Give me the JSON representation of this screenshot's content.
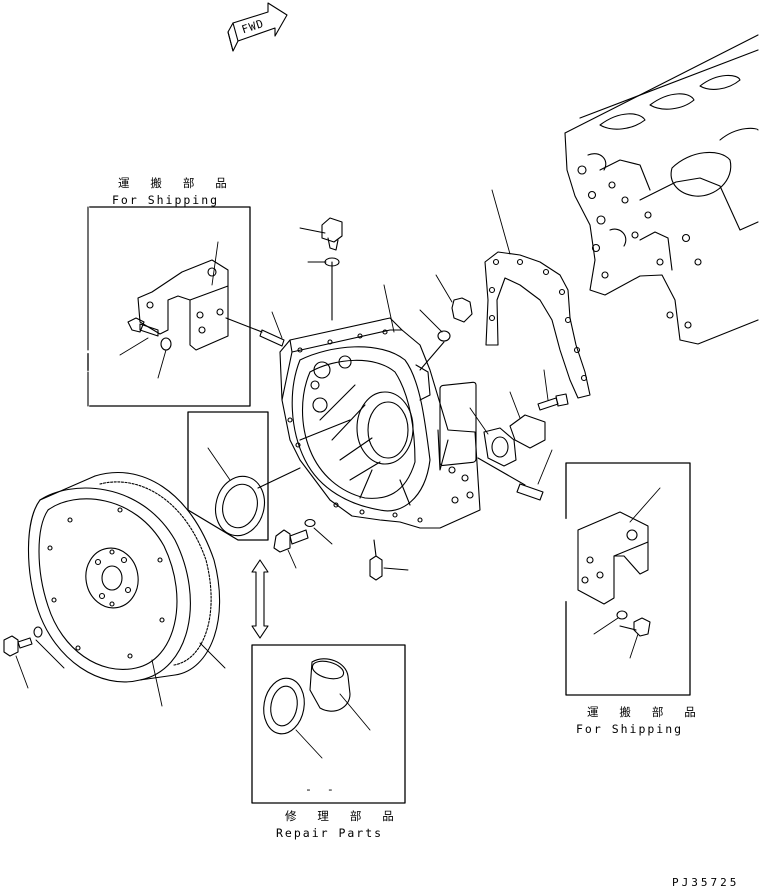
{
  "fwd_mark": "FWD",
  "shipping_top_left": {
    "jp": "運 搬 部 品",
    "en": "For Shipping"
  },
  "shipping_right": {
    "jp": "運 搬 部 品",
    "en": "For Shipping"
  },
  "repair_parts": {
    "dash": "- -",
    "jp": "修 理 部 品",
    "en": "Repair Parts"
  },
  "drawing_code": "PJ35725",
  "colors": {
    "ink": "#000000",
    "paper": "#ffffff"
  }
}
